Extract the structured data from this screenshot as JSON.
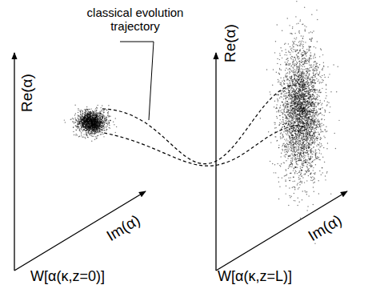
{
  "diagram": {
    "labels": [
      "classical evolution trajectory",
      "Re(α)",
      "Im(α)",
      "W[α(κ,z=0)]",
      "Re(α)",
      "Im(α)",
      "W[α(κ,z=L)]"
    ]
  }
}
